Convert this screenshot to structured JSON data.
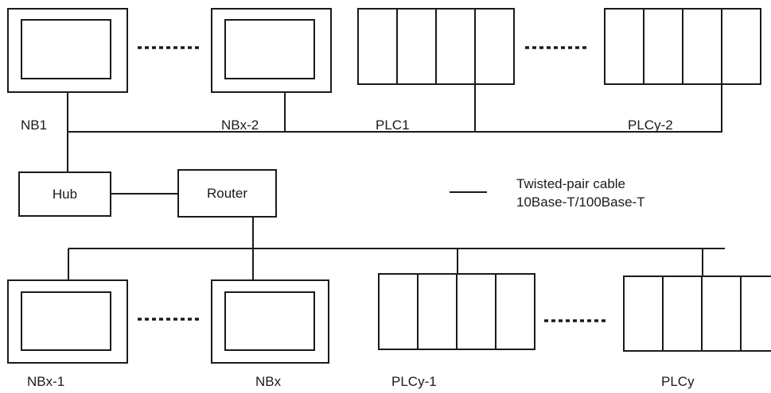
{
  "upper_segment": {
    "terminals": [
      "NB1",
      "NBx-2"
    ],
    "plcs": [
      "PLC1",
      "PLCy-2"
    ]
  },
  "network_devices": {
    "hub": "Hub",
    "router": "Router"
  },
  "lower_segment": {
    "terminals": [
      "NBx-1",
      "NBx"
    ],
    "plcs": [
      "PLCy-1",
      "PLCy"
    ]
  },
  "legend": {
    "line1": "Twisted-pair cable",
    "line2": "10Base-T/100Base-T"
  }
}
